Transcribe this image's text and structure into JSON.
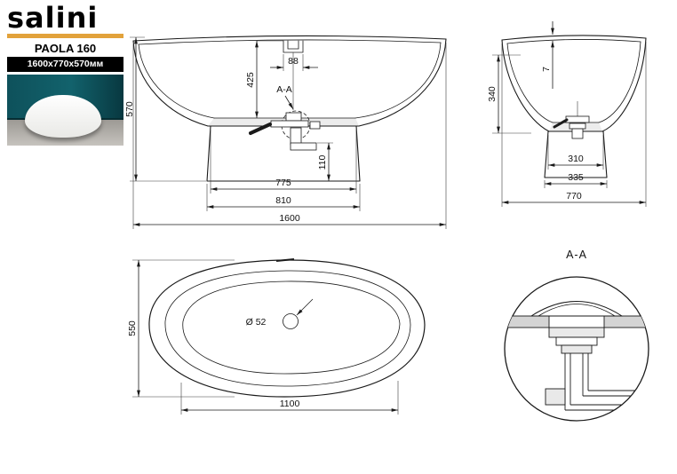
{
  "brand": {
    "logo_text": "salini",
    "model": "PAOLA 160",
    "size_label": "1600x770x570мм"
  },
  "views": {
    "front": {
      "height": "570",
      "inner_depth": "425",
      "overflow_width": "88",
      "section_callout": "A-A",
      "drain_height": "110",
      "base_top_width": "775",
      "base_bottom_width": "810",
      "overall_length": "1600"
    },
    "side": {
      "inner_depth": "340",
      "rim_thickness": "7",
      "base_top_width": "310",
      "base_bottom_width": "335",
      "overall_width": "770"
    },
    "top": {
      "inner_width": "550",
      "drain_diameter": "Ø 52",
      "base_length": "1100"
    },
    "section": {
      "title": "A-A"
    }
  },
  "colors": {
    "accent_orange": "#E2A23B",
    "photo_wall_teal": "#0E515B",
    "photo_floor_gray": "#B5B2AD",
    "line_color": "#1A1A1A"
  }
}
